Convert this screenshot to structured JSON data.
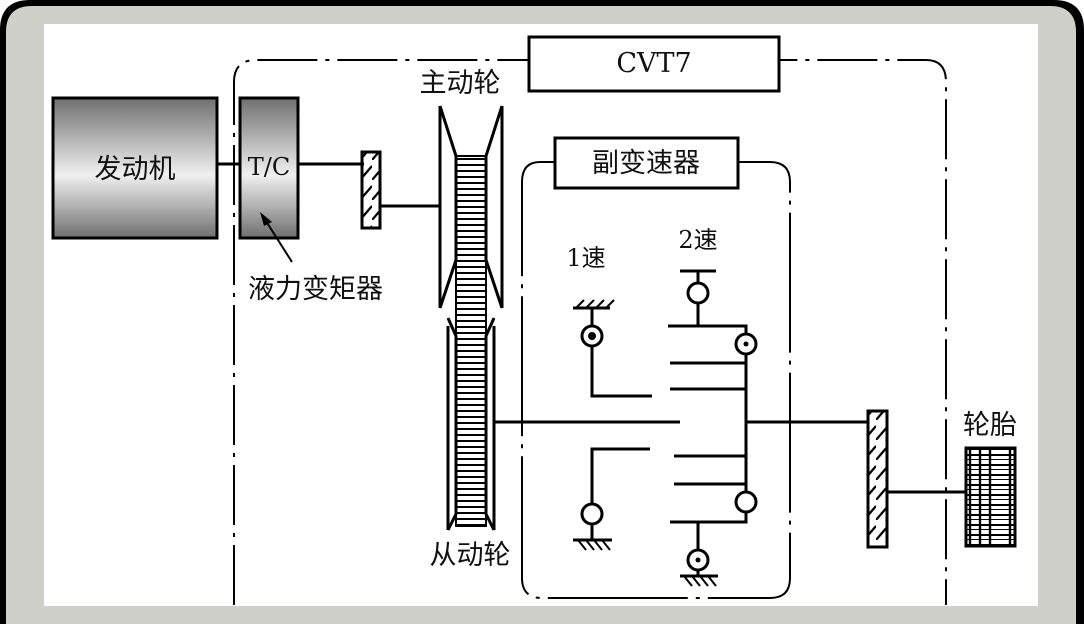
{
  "diagram": {
    "title": "CVT7",
    "colors": {
      "frame_outer": "#000000",
      "frame_bezel": "#d0d0cb",
      "canvas": "#ffffff",
      "stroke": "#000000",
      "gradient_dark": "#7a7a7a",
      "gradient_light": "#f2f2f2"
    },
    "components": {
      "engine": {
        "label": "发动机"
      },
      "torque_converter": {
        "label": "T/C",
        "callout": "液力变矩器"
      },
      "primary_pulley": {
        "label": "主动轮"
      },
      "secondary_pulley": {
        "label": "从动轮"
      },
      "cvt_box": {
        "label": "CVT7"
      },
      "sub_transmission": {
        "label": "副变速器"
      },
      "first_gear": {
        "label": "1速"
      },
      "second_gear": {
        "label": "2速"
      },
      "tire": {
        "label": "轮胎"
      }
    },
    "connections": [
      {
        "from": "engine",
        "to": "torque_converter"
      },
      {
        "from": "torque_converter",
        "to": "input_gear"
      },
      {
        "from": "input_gear",
        "to": "primary_pulley"
      },
      {
        "from": "primary_pulley",
        "to": "secondary_pulley",
        "via": "belt"
      },
      {
        "from": "secondary_pulley",
        "to": "sub_transmission"
      },
      {
        "from": "sub_transmission",
        "to": "output_gear"
      },
      {
        "from": "output_gear",
        "to": "tire"
      }
    ]
  }
}
